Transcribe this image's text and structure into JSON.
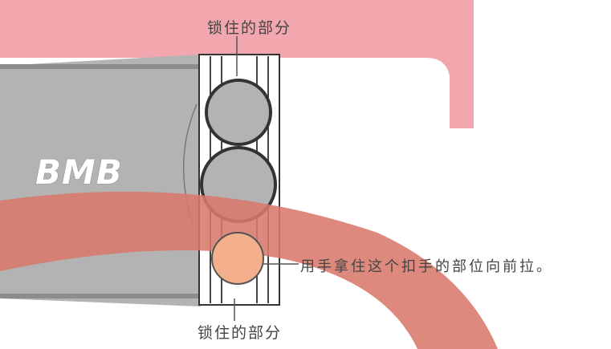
{
  "brand": "BMB",
  "labels": {
    "lock_top": "锁住的部分",
    "lock_bottom": "锁住的部分",
    "instruction": "用手拿住这个扣手的部位向前拉。"
  },
  "colors": {
    "band": "#f2a6ae",
    "body": "#b3b3b3",
    "pull_band": "#d9796b",
    "highlight": "#f4b08c"
  }
}
